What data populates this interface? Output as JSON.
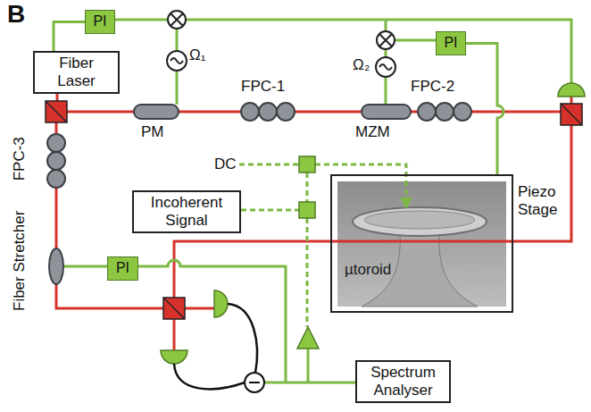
{
  "diagram": {
    "nodes": [
      {
        "text": [
          "PI"
        ]
      },
      {
        "text": [
          "PI"
        ]
      },
      {
        "text": [
          "Fiber Laser"
        ]
      },
      {
        "text": [
          "Incoherent Signal"
        ]
      },
      {
        "text": [
          "µtoroid"
        ]
      },
      {
        "text": [
          "PI"
        ]
      },
      {
        "text": [
          "Spectrum Analyser"
        ]
      }
    ],
    "edges": [
      {
        "from": 0,
        "to": 2,
        "arrow": "none"
      },
      {
        "from": 1,
        "to": 4,
        "arrow": "none"
      }
    ],
    "labels": [
      "B",
      "Ω₁",
      "PM",
      "FPC-1",
      "Ω₂",
      "MZM",
      "FPC-2",
      "FPC-3",
      "DC",
      "Fiber Stretcher",
      "Piezo Stage"
    ]
  }
}
